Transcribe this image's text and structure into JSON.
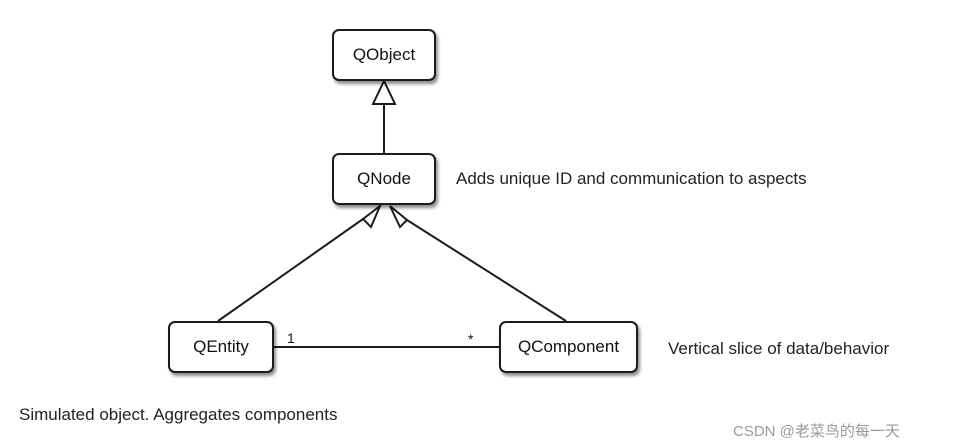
{
  "nodes": {
    "qobject": "QObject",
    "qnode": "QNode",
    "qentity": "QEntity",
    "qcomponent": "QComponent"
  },
  "notes": {
    "qnode": "Adds unique ID and communication to aspects",
    "qcomponent": "Vertical slice of data/behavior",
    "qentity": "Simulated object. Aggregates components"
  },
  "association": {
    "source_multiplicity": "1",
    "target_multiplicity": "*"
  },
  "edges": [
    {
      "from": "qnode",
      "to": "qobject",
      "type": "inheritance"
    },
    {
      "from": "qentity",
      "to": "qnode",
      "type": "inheritance"
    },
    {
      "from": "qcomponent",
      "to": "qnode",
      "type": "inheritance"
    },
    {
      "from": "qentity",
      "to": "qcomponent",
      "type": "association"
    }
  ],
  "watermark": "CSDN @老菜鸟的每一天"
}
